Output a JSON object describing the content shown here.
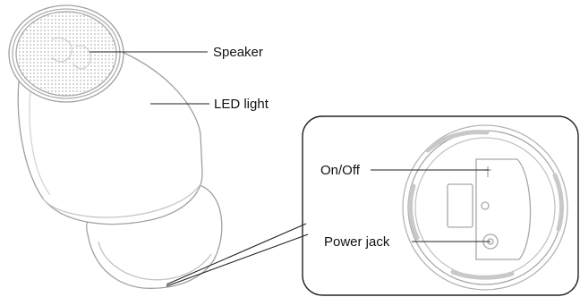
{
  "labels": {
    "speaker": "Speaker",
    "led_light": "LED light",
    "on_off": "On/Off",
    "power_jack": "Power jack"
  },
  "colors": {
    "outline": "#9a9a9a",
    "leader": "#222222",
    "inset_border": "#222222",
    "text": "#111111"
  },
  "icons": {
    "speaker_grille": "dotted-grille",
    "device_base": "circular-base",
    "inset": "zoom-callout-box"
  }
}
